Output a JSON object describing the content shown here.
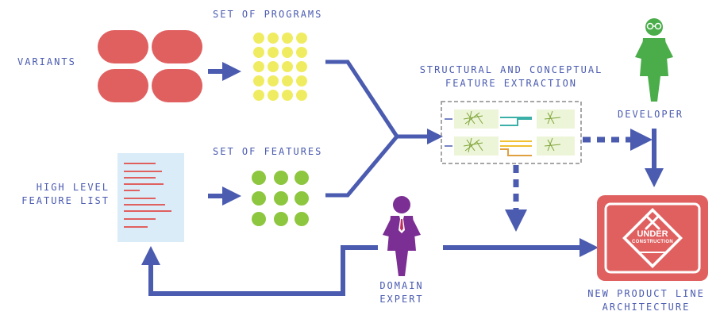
{
  "labels": {
    "variants": "Variants",
    "set_of_programs": "Set of Programs",
    "set_of_features": "Set of Features",
    "high_level_feature_list_line1": "High Level",
    "high_level_feature_list_line2": "Feature List",
    "extraction_line1": "Structural and Conceptual",
    "extraction_line2": "Feature Extraction",
    "developer": "Developer",
    "domain_expert_line1": "Domain",
    "domain_expert_line2": "Expert",
    "architecture_line1": "New Product Line",
    "architecture_line2": "Architecture",
    "sign_under": "UNDER",
    "sign_construction": "CONSTRUCTION"
  },
  "colors": {
    "label_text": "#4a5bb0",
    "arrow": "#4a5bb0",
    "variants_red": "#e06060",
    "program_yellow": "#f0ec62",
    "feature_green": "#8dc63f",
    "document_bg": "#d9ecf8",
    "document_lines": "#e06060",
    "developer_green": "#4aad4a",
    "expert_purple": "#7b2e93",
    "sign_red": "#e06060"
  }
}
